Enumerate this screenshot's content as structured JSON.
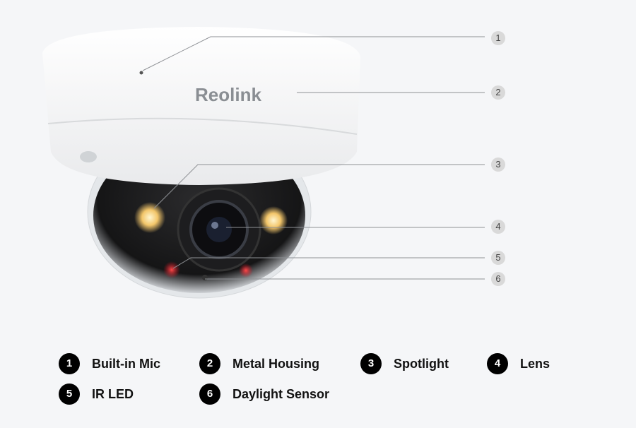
{
  "brand": "Reolink",
  "callouts": [
    {
      "number": "1",
      "label": "Built-in Mic"
    },
    {
      "number": "2",
      "label": "Metal Housing"
    },
    {
      "number": "3",
      "label": "Spotlight"
    },
    {
      "number": "4",
      "label": "Lens"
    },
    {
      "number": "5",
      "label": "IR LED"
    },
    {
      "number": "6",
      "label": "Daylight Sensor"
    }
  ],
  "colors": {
    "background": "#f5f6f8",
    "badge": "#d9d9d9",
    "legend_badge": "#000000",
    "spotlight": "#ffd98a",
    "ir_led": "#e0202a"
  }
}
